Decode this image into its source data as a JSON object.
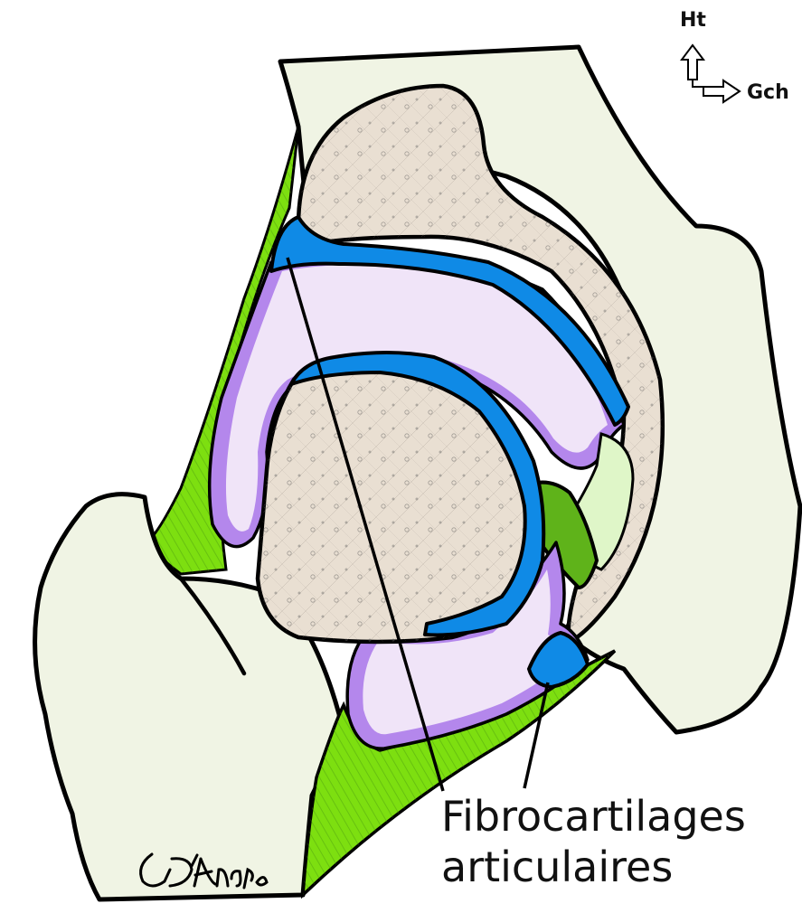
{
  "orientation": {
    "up_label": "Ht",
    "left_label": "Gch"
  },
  "caption": {
    "line1": "Fibrocartilages",
    "line2": "articulaires"
  },
  "signature": "GD'Andréa",
  "colors": {
    "bone_outer": "#f0f4e4",
    "bone_section": "#e9dfd2",
    "fibrocartilage": "#0f8ae6",
    "synovial_membrane": "#b487ec",
    "joint_cavity": "#f0e4f8",
    "capsule_ligament": "#7ddf10",
    "ligament_dark": "#5fb31a",
    "fat_pad": "#dff6c8",
    "outline": "#000000"
  }
}
